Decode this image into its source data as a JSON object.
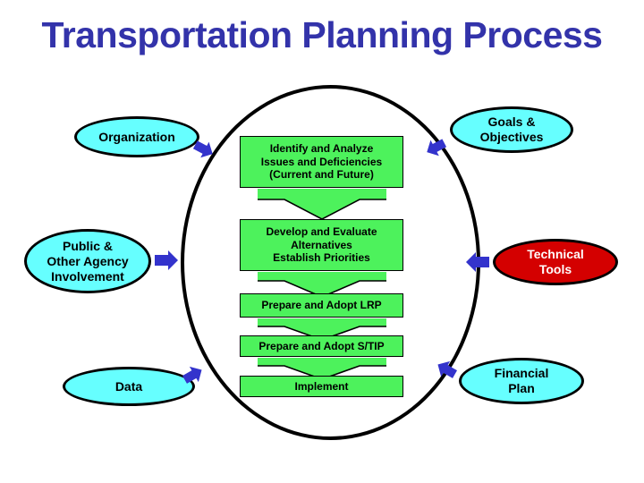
{
  "slide": {
    "title": "Transportation Planning Process",
    "background_color": "#ffffff",
    "title_color": "#3333aa"
  },
  "colors": {
    "process_box_fill": "#4df25c",
    "process_box_border": "#000000",
    "ellipse_cyan_fill": "#66ffff",
    "ellipse_red_fill": "#d40000",
    "ellipse_border": "#000000",
    "arrow_blue": "#3333cc",
    "outer_ellipse_border": "#000000",
    "text_dark": "#000000",
    "text_light": "#ffffff"
  },
  "outer_ellipse": {
    "name": "planning-process-cycle-ellipse"
  },
  "process_steps": [
    {
      "id": "identify-analyze",
      "lines": [
        "Identify and Analyze",
        "Issues and Deficiencies",
        "(Current and Future)"
      ]
    },
    {
      "id": "develop-evaluate",
      "lines": [
        "Develop and Evaluate",
        "Alternatives",
        "Establish Priorities"
      ]
    },
    {
      "id": "prepare-adopt-lrp",
      "lines": [
        "Prepare and Adopt LRP"
      ]
    },
    {
      "id": "prepare-adopt-stip",
      "lines": [
        "Prepare and Adopt S/TIP"
      ]
    },
    {
      "id": "implement",
      "lines": [
        "Implement"
      ]
    }
  ],
  "inputs_left": [
    {
      "id": "organization",
      "lines": [
        "Organization"
      ],
      "style": "cyan"
    },
    {
      "id": "public-other-agency-involvement",
      "lines": [
        "Public &",
        "Other Agency",
        "Involvement"
      ],
      "style": "cyan"
    },
    {
      "id": "data",
      "lines": [
        "Data"
      ],
      "style": "cyan"
    }
  ],
  "inputs_right": [
    {
      "id": "goals-objectives",
      "lines": [
        "Goals &",
        "Objectives"
      ],
      "style": "cyan"
    },
    {
      "id": "technical-tools",
      "lines": [
        "Technical",
        "Tools"
      ],
      "style": "red"
    },
    {
      "id": "financial-plan",
      "lines": [
        "Financial",
        "Plan"
      ],
      "style": "cyan"
    }
  ],
  "connectors": {
    "flow_arrow_count": 4,
    "input_arrow_count": 6,
    "flow_arrow_name": "green-down-arrow",
    "input_arrow_name": "blue-input-arrow"
  }
}
